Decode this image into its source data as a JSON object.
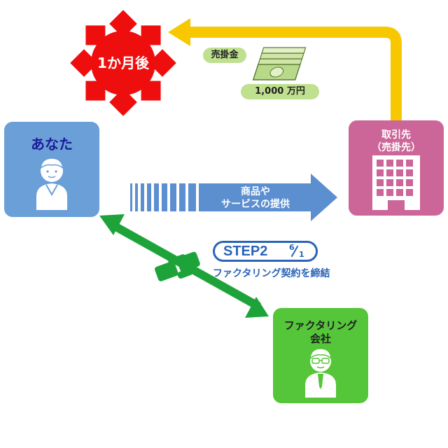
{
  "timing": {
    "label": "1か月後",
    "color": "#ef0e0e"
  },
  "you": {
    "label": "あなた",
    "color": "#6a9fd8",
    "text_color": "#1a1e96"
  },
  "client": {
    "line1": "取引先",
    "line2": "（売掛先）",
    "color": "#cc6699"
  },
  "factoring_company": {
    "line1": "ファクタリング",
    "line2": "会社",
    "color": "#55c53a"
  },
  "payment": {
    "receivable_tag": "売掛金",
    "amount_tag": "1,000 万円",
    "tag_color": "#bfe08f",
    "arrow_color": "#f7c800"
  },
  "service_arrow": {
    "line1": "商品や",
    "line2": "サービスの提供",
    "color": "#5b8fd0"
  },
  "step": {
    "label": "STEP2",
    "date_numerator": "6",
    "date_denominator": "1",
    "caption": "ファクタリング契約を締結",
    "color": "#2a64b8"
  },
  "contract_arrow": {
    "color": "#1ea33a"
  }
}
